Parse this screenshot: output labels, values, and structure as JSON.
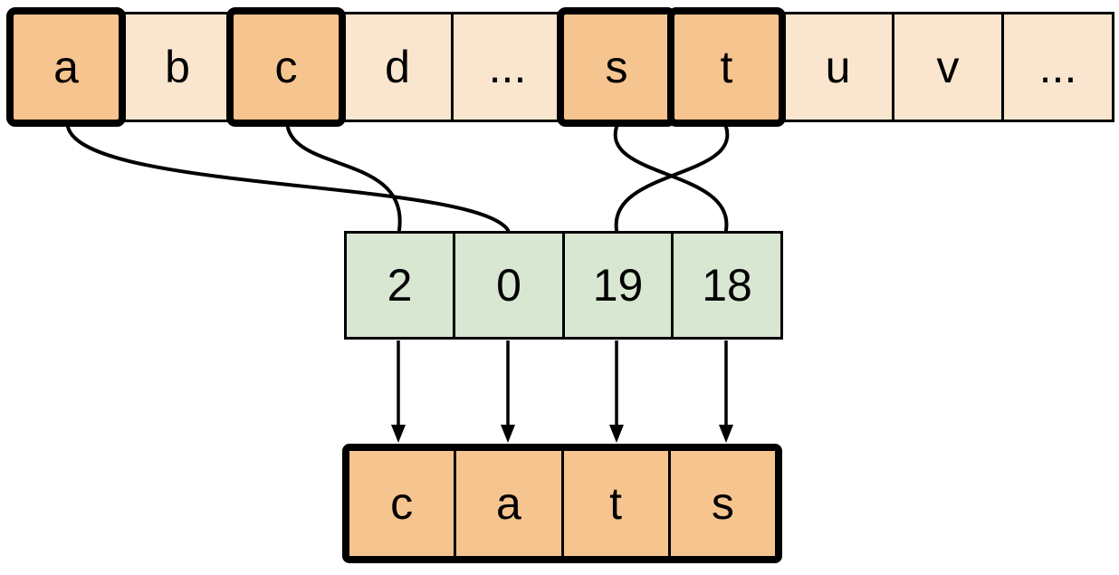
{
  "colors": {
    "highlight_fill": "#F6C48F",
    "plain_fill": "#FAE6CE",
    "index_fill": "#D7E7D1",
    "line": "#000000",
    "background": "#FFFFFF"
  },
  "alphabet_row": {
    "cells": [
      {
        "label": "a",
        "highlighted": true
      },
      {
        "label": "b",
        "highlighted": false
      },
      {
        "label": "c",
        "highlighted": true
      },
      {
        "label": "d",
        "highlighted": false
      },
      {
        "label": "...",
        "highlighted": false
      },
      {
        "label": "s",
        "highlighted": true
      },
      {
        "label": "t",
        "highlighted": true
      },
      {
        "label": "u",
        "highlighted": false
      },
      {
        "label": "v",
        "highlighted": false
      },
      {
        "label": "...",
        "highlighted": false
      }
    ]
  },
  "index_row": {
    "cells": [
      {
        "value": "2"
      },
      {
        "value": "0"
      },
      {
        "value": "19"
      },
      {
        "value": "18"
      }
    ]
  },
  "output_row": {
    "cells": [
      {
        "label": "c"
      },
      {
        "label": "a"
      },
      {
        "label": "t"
      },
      {
        "label": "s"
      }
    ]
  },
  "mappings": [
    {
      "from_letter": "a",
      "to_index_value": "0"
    },
    {
      "from_letter": "c",
      "to_index_value": "2"
    },
    {
      "from_letter": "s",
      "to_index_value": "18"
    },
    {
      "from_letter": "t",
      "to_index_value": "19"
    }
  ]
}
